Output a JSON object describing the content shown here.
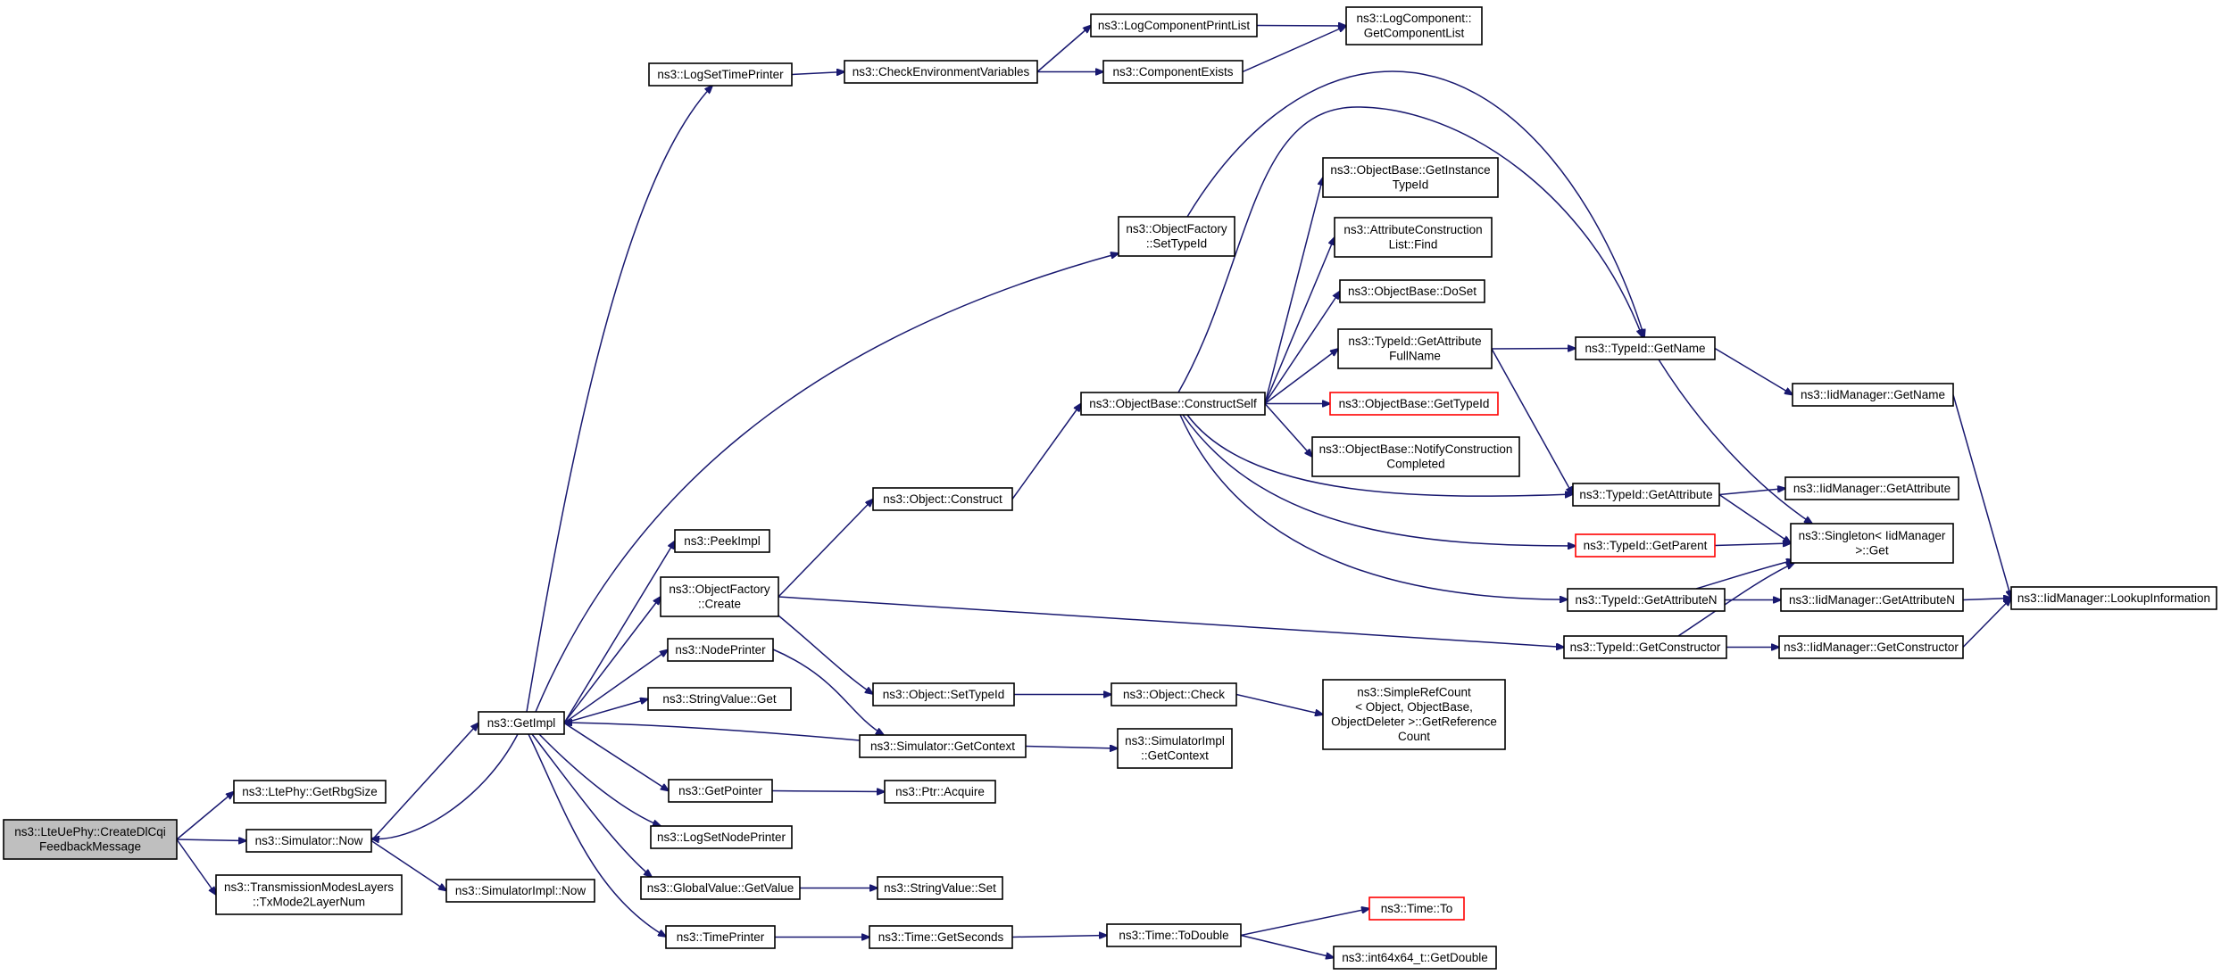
{
  "colors": {
    "edge": "#191970",
    "node_border": "#000000",
    "node_border_truncated": "#ff0000",
    "root_fill": "#bfbfbf",
    "node_fill": "#ffffff"
  },
  "nodes": [
    {
      "id": "root",
      "lines": [
        "ns3::LteUePhy::CreateDlCqi",
        "FeedbackMessage"
      ],
      "root": true
    },
    {
      "id": "getRbgSize",
      "lines": [
        "ns3::LtePhy::GetRbgSize"
      ]
    },
    {
      "id": "simNow",
      "lines": [
        "ns3::Simulator::Now"
      ]
    },
    {
      "id": "txMode",
      "lines": [
        "ns3::TransmissionModesLayers",
        "::TxMode2LayerNum"
      ]
    },
    {
      "id": "getImpl",
      "lines": [
        "ns3::GetImpl"
      ]
    },
    {
      "id": "simImplNow",
      "lines": [
        "ns3::SimulatorImpl::Now"
      ]
    },
    {
      "id": "logSetTimePrinter",
      "lines": [
        "ns3::LogSetTimePrinter"
      ]
    },
    {
      "id": "checkEnv",
      "lines": [
        "ns3::CheckEnvironmentVariables"
      ]
    },
    {
      "id": "logCompPrintList",
      "lines": [
        "ns3::LogComponentPrintList"
      ]
    },
    {
      "id": "componentExists",
      "lines": [
        "ns3::ComponentExists"
      ]
    },
    {
      "id": "getComponentList",
      "lines": [
        "ns3::LogComponent::",
        "GetComponentList"
      ]
    },
    {
      "id": "peekImpl",
      "lines": [
        "ns3::PeekImpl"
      ]
    },
    {
      "id": "objFactoryCreate",
      "lines": [
        "ns3::ObjectFactory",
        "::Create"
      ]
    },
    {
      "id": "nodePrinter",
      "lines": [
        "ns3::NodePrinter"
      ]
    },
    {
      "id": "stringValueGet",
      "lines": [
        "ns3::StringValue::Get"
      ]
    },
    {
      "id": "getPointer",
      "lines": [
        "ns3::GetPointer"
      ]
    },
    {
      "id": "logSetNodePrinter",
      "lines": [
        "ns3::LogSetNodePrinter"
      ]
    },
    {
      "id": "globalValueGet",
      "lines": [
        "ns3::GlobalValue::GetValue"
      ]
    },
    {
      "id": "timePrinter",
      "lines": [
        "ns3::TimePrinter"
      ]
    },
    {
      "id": "objectConstruct",
      "lines": [
        "ns3::Object::Construct"
      ]
    },
    {
      "id": "objectSetTypeId",
      "lines": [
        "ns3::Object::SetTypeId"
      ]
    },
    {
      "id": "simGetContext",
      "lines": [
        "ns3::Simulator::GetContext"
      ]
    },
    {
      "id": "ptrAcquire",
      "lines": [
        "ns3::Ptr::Acquire"
      ]
    },
    {
      "id": "stringValueSet",
      "lines": [
        "ns3::StringValue::Set"
      ]
    },
    {
      "id": "timeGetSeconds",
      "lines": [
        "ns3::Time::GetSeconds"
      ]
    },
    {
      "id": "objFactorySetTypeId",
      "lines": [
        "ns3::ObjectFactory",
        "::SetTypeId"
      ]
    },
    {
      "id": "constructSelf",
      "lines": [
        "ns3::ObjectBase::ConstructSelf"
      ]
    },
    {
      "id": "objectCheck",
      "lines": [
        "ns3::Object::Check"
      ]
    },
    {
      "id": "simImplGetContext",
      "lines": [
        "ns3::SimulatorImpl",
        "::GetContext"
      ]
    },
    {
      "id": "timeToDouble",
      "lines": [
        "ns3::Time::ToDouble"
      ]
    },
    {
      "id": "getInstanceTypeId",
      "lines": [
        "ns3::ObjectBase::GetInstance",
        "TypeId"
      ]
    },
    {
      "id": "attrConstrFind",
      "lines": [
        "ns3::AttributeConstruction",
        "List::Find"
      ]
    },
    {
      "id": "doSet",
      "lines": [
        "ns3::ObjectBase::DoSet"
      ]
    },
    {
      "id": "getAttrFullName",
      "lines": [
        "ns3::TypeId::GetAttribute",
        "FullName"
      ]
    },
    {
      "id": "objBaseGetTypeId",
      "lines": [
        "ns3::ObjectBase::GetTypeId"
      ],
      "red": true
    },
    {
      "id": "notifyConstr",
      "lines": [
        "ns3::ObjectBase::NotifyConstruction",
        "Completed"
      ]
    },
    {
      "id": "simpleRefCount",
      "lines": [
        "ns3::SimpleRefCount",
        "< Object, ObjectBase,",
        "ObjectDeleter >::GetReference",
        "Count"
      ]
    },
    {
      "id": "timeTo",
      "lines": [
        "ns3::Time::To"
      ],
      "red": true
    },
    {
      "id": "int64GetDouble",
      "lines": [
        "ns3::int64x64_t::GetDouble"
      ]
    },
    {
      "id": "typeIdGetName",
      "lines": [
        "ns3::TypeId::GetName"
      ]
    },
    {
      "id": "typeIdGetAttribute",
      "lines": [
        "ns3::TypeId::GetAttribute"
      ]
    },
    {
      "id": "typeIdGetParent",
      "lines": [
        "ns3::TypeId::GetParent"
      ],
      "red": true
    },
    {
      "id": "typeIdGetAttributeN",
      "lines": [
        "ns3::TypeId::GetAttributeN"
      ]
    },
    {
      "id": "typeIdGetConstructor",
      "lines": [
        "ns3::TypeId::GetConstructor"
      ]
    },
    {
      "id": "iidGetName",
      "lines": [
        "ns3::IidManager::GetName"
      ]
    },
    {
      "id": "iidGetAttribute",
      "lines": [
        "ns3::IidManager::GetAttribute"
      ]
    },
    {
      "id": "singletonGet",
      "lines": [
        "ns3::Singleton< IidManager",
        ">::Get"
      ]
    },
    {
      "id": "iidGetAttributeN",
      "lines": [
        "ns3::IidManager::GetAttributeN"
      ]
    },
    {
      "id": "iidGetConstructor",
      "lines": [
        "ns3::IidManager::GetConstructor"
      ]
    },
    {
      "id": "iidLookup",
      "lines": [
        "ns3::IidManager::LookupInformation"
      ]
    }
  ],
  "edges": [
    [
      "root",
      "getRbgSize"
    ],
    [
      "root",
      "simNow"
    ],
    [
      "root",
      "txMode"
    ],
    [
      "simNow",
      "getImpl"
    ],
    [
      "simNow",
      "simImplNow"
    ],
    [
      "getImpl",
      "logSetTimePrinter"
    ],
    [
      "getImpl",
      "peekImpl"
    ],
    [
      "getImpl",
      "objFactoryCreate"
    ],
    [
      "getImpl",
      "nodePrinter"
    ],
    [
      "getImpl",
      "stringValueGet"
    ],
    [
      "getImpl",
      "getPointer"
    ],
    [
      "getImpl",
      "logSetNodePrinter"
    ],
    [
      "getImpl",
      "globalValueGet"
    ],
    [
      "getImpl",
      "timePrinter"
    ],
    [
      "getImpl",
      "objFactorySetTypeId"
    ],
    [
      "getImpl",
      "simNow"
    ],
    [
      "logSetTimePrinter",
      "checkEnv"
    ],
    [
      "checkEnv",
      "logCompPrintList"
    ],
    [
      "checkEnv",
      "componentExists"
    ],
    [
      "logCompPrintList",
      "getComponentList"
    ],
    [
      "componentExists",
      "getComponentList"
    ],
    [
      "objFactoryCreate",
      "objectConstruct"
    ],
    [
      "objFactoryCreate",
      "objectSetTypeId"
    ],
    [
      "objFactoryCreate",
      "typeIdGetConstructor"
    ],
    [
      "nodePrinter",
      "simGetContext"
    ],
    [
      "simGetContext",
      "getImpl"
    ],
    [
      "simGetContext",
      "simImplGetContext"
    ],
    [
      "getPointer",
      "ptrAcquire"
    ],
    [
      "globalValueGet",
      "stringValueSet"
    ],
    [
      "timePrinter",
      "timeGetSeconds"
    ],
    [
      "timeGetSeconds",
      "timeToDouble"
    ],
    [
      "timeToDouble",
      "timeTo"
    ],
    [
      "timeToDouble",
      "int64GetDouble"
    ],
    [
      "objectConstruct",
      "constructSelf"
    ],
    [
      "objectSetTypeId",
      "objectCheck"
    ],
    [
      "objectCheck",
      "simpleRefCount"
    ],
    [
      "objFactorySetTypeId",
      "typeIdGetName"
    ],
    [
      "constructSelf",
      "getInstanceTypeId"
    ],
    [
      "constructSelf",
      "attrConstrFind"
    ],
    [
      "constructSelf",
      "doSet"
    ],
    [
      "constructSelf",
      "getAttrFullName"
    ],
    [
      "constructSelf",
      "objBaseGetTypeId"
    ],
    [
      "constructSelf",
      "notifyConstr"
    ],
    [
      "constructSelf",
      "typeIdGetName"
    ],
    [
      "constructSelf",
      "typeIdGetAttribute"
    ],
    [
      "constructSelf",
      "typeIdGetParent"
    ],
    [
      "constructSelf",
      "typeIdGetAttributeN"
    ],
    [
      "getAttrFullName",
      "typeIdGetName"
    ],
    [
      "getAttrFullName",
      "typeIdGetAttribute"
    ],
    [
      "typeIdGetName",
      "iidGetName"
    ],
    [
      "typeIdGetName",
      "singletonGet"
    ],
    [
      "typeIdGetAttribute",
      "iidGetAttribute"
    ],
    [
      "typeIdGetAttribute",
      "singletonGet"
    ],
    [
      "typeIdGetParent",
      "singletonGet"
    ],
    [
      "typeIdGetAttributeN",
      "iidGetAttributeN"
    ],
    [
      "typeIdGetAttributeN",
      "singletonGet"
    ],
    [
      "typeIdGetConstructor",
      "iidGetConstructor"
    ],
    [
      "typeIdGetConstructor",
      "singletonGet"
    ],
    [
      "iidGetName",
      "iidLookup"
    ],
    [
      "iidGetAttributeN",
      "iidLookup"
    ],
    [
      "iidGetConstructor",
      "iidLookup"
    ]
  ]
}
